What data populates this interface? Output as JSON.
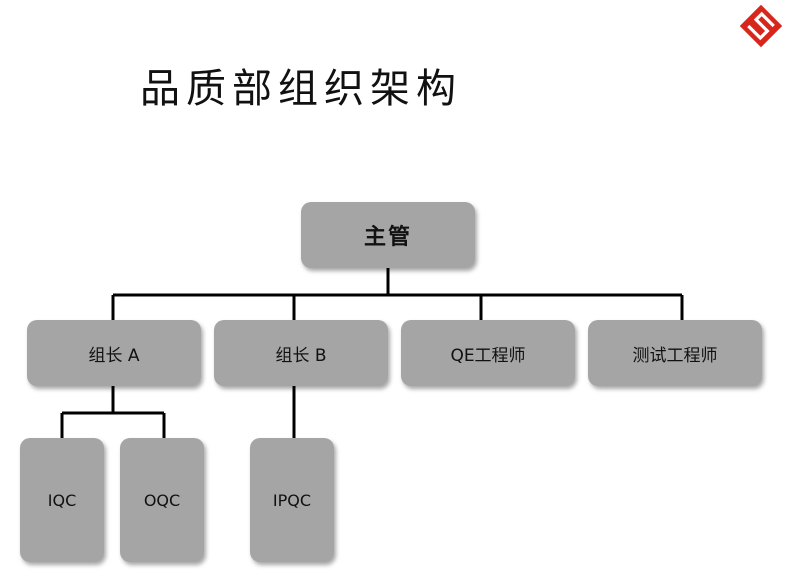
{
  "title": "品质部组织架构",
  "logo": {
    "icon": "red-s-logo-icon",
    "color": "#d9261c"
  },
  "colors": {
    "box": "#a5a5a5",
    "line": "#000000"
  },
  "org": {
    "root": "主管",
    "level2": [
      "组长 A",
      "组长 B",
      "QE工程师",
      "测试工程师"
    ],
    "level3": [
      "IQC",
      "OQC",
      "IPQC"
    ]
  }
}
